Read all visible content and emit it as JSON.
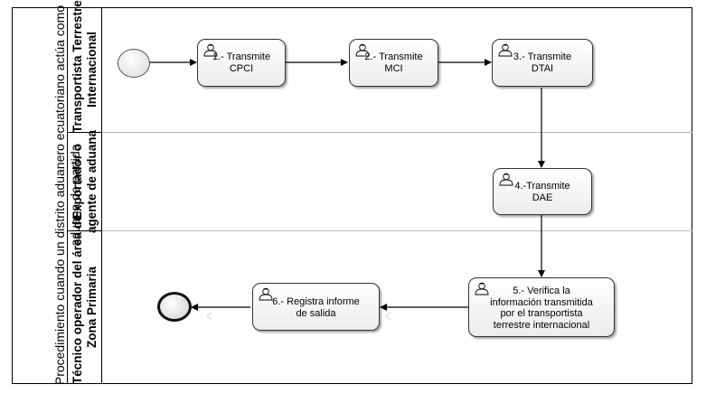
{
  "pool": {
    "title_line1": "Procedimiento cuando un distrito aduanero ecuatoriano actúa como",
    "title_line2": "aduana de partida"
  },
  "lanes": [
    {
      "line1": "Transportista Terrestre",
      "line2": "Internacional"
    },
    {
      "line1": "Exportador o",
      "line2": "agente de aduana"
    },
    {
      "line1": "Técnico operador del área de",
      "line2": "Zona Primaria"
    }
  ],
  "tasks": [
    {
      "line1": "1.- Transmite",
      "line2": "CPCI"
    },
    {
      "line1": "2.- Transmite",
      "line2": "MCI"
    },
    {
      "line1": "3.- Transmite",
      "line2": "DTAI"
    },
    {
      "line1": "4.-Transmite",
      "line2": "DAE"
    },
    {
      "line1": "5.- Verifica la",
      "line2": "información transmitida",
      "line3": "por el transportista",
      "line4": "terrestre internacional"
    },
    {
      "line1": "6.- Registra informe",
      "line2": "de salida"
    }
  ],
  "icons": {
    "task_marker": "user-icon",
    "start": "start-event-icon",
    "end": "end-event-icon"
  }
}
